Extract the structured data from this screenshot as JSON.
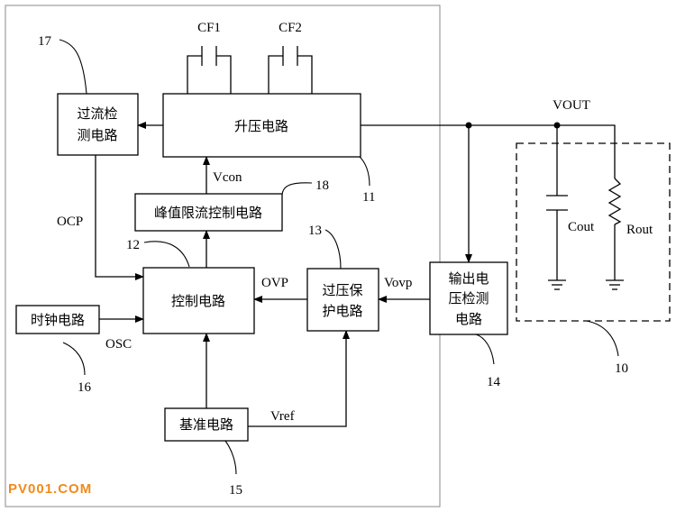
{
  "blocks": {
    "boost": "升压电路",
    "ocp_detect_line1": "过流检",
    "ocp_detect_line2": "测电路",
    "peak_limit": "峰值限流控制电路",
    "control": "控制电路",
    "ovp_line1": "过压保",
    "ovp_line2": "护电路",
    "out_detect_line1": "输出电",
    "out_detect_line2": "压检测",
    "out_detect_line3": "电路",
    "clock": "时钟电路",
    "reference": "基准电路"
  },
  "signals": {
    "cf1": "CF1",
    "cf2": "CF2",
    "vout": "VOUT",
    "vcon": "Vcon",
    "ocp": "OCP",
    "ovp": "OVP",
    "vovp": "Vovp",
    "osc": "OSC",
    "vref": "Vref",
    "cout": "Cout",
    "rout": "Rout"
  },
  "refs": {
    "r10": "10",
    "r11": "11",
    "r12": "12",
    "r13": "13",
    "r14": "14",
    "r15": "15",
    "r16": "16",
    "r17": "17",
    "r18": "18"
  },
  "watermark": {
    "text": "PV001.COM",
    "color": "#f08a1c"
  }
}
